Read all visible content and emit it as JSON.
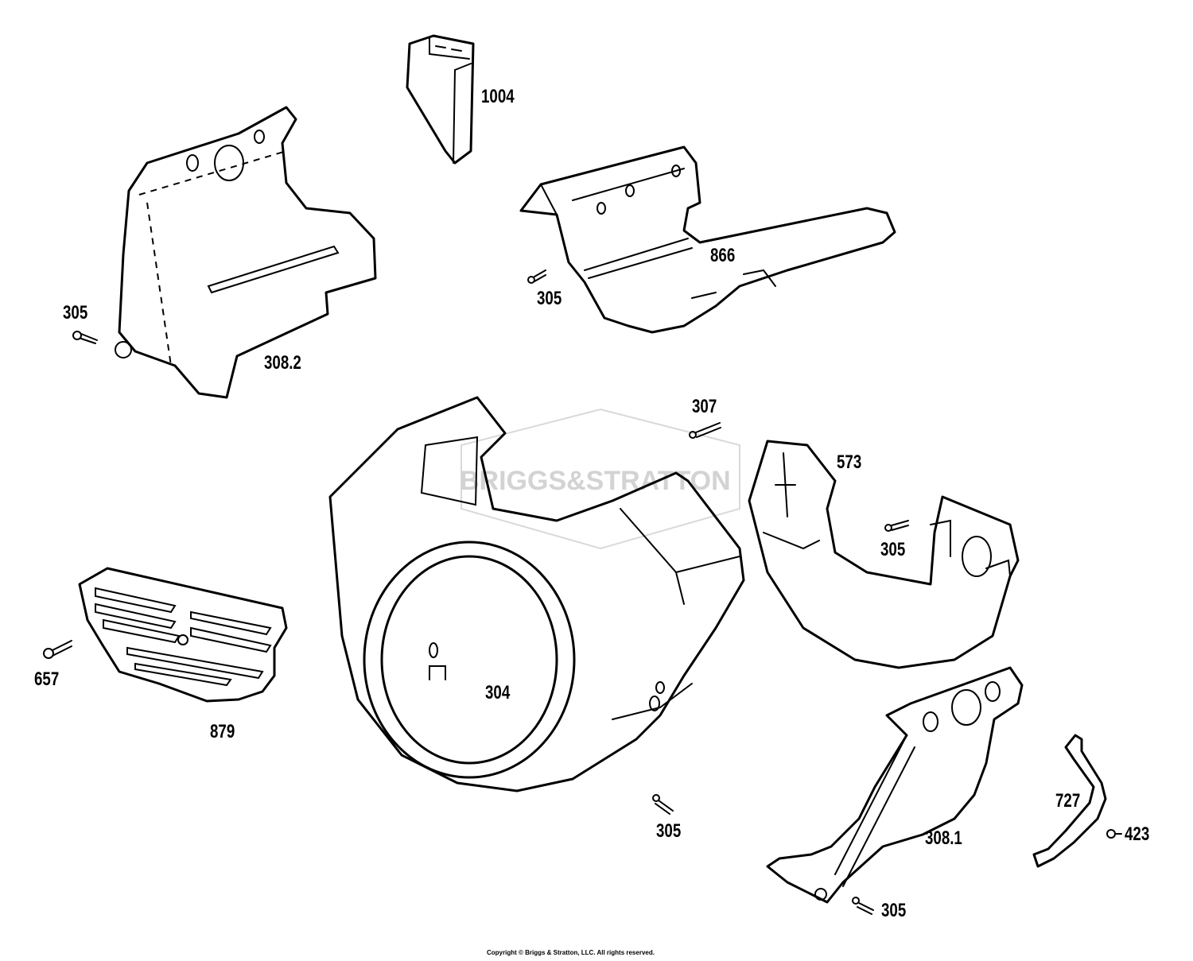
{
  "watermark": {
    "brand": "BRIGGS&STRATTON"
  },
  "copyright": "Copyright © Briggs & Stratton, LLC. All rights reserved.",
  "callouts": {
    "c1004": "1004",
    "c866": "866",
    "c305_a": "305",
    "c305_b": "305",
    "c308_2": "308.2",
    "c307": "307",
    "c573": "573",
    "c305_c": "305",
    "c657": "657",
    "c879": "879",
    "c304": "304",
    "c305_d": "305",
    "c308_1": "308.1",
    "c727": "727",
    "c423": "423",
    "c305_e": "305"
  }
}
